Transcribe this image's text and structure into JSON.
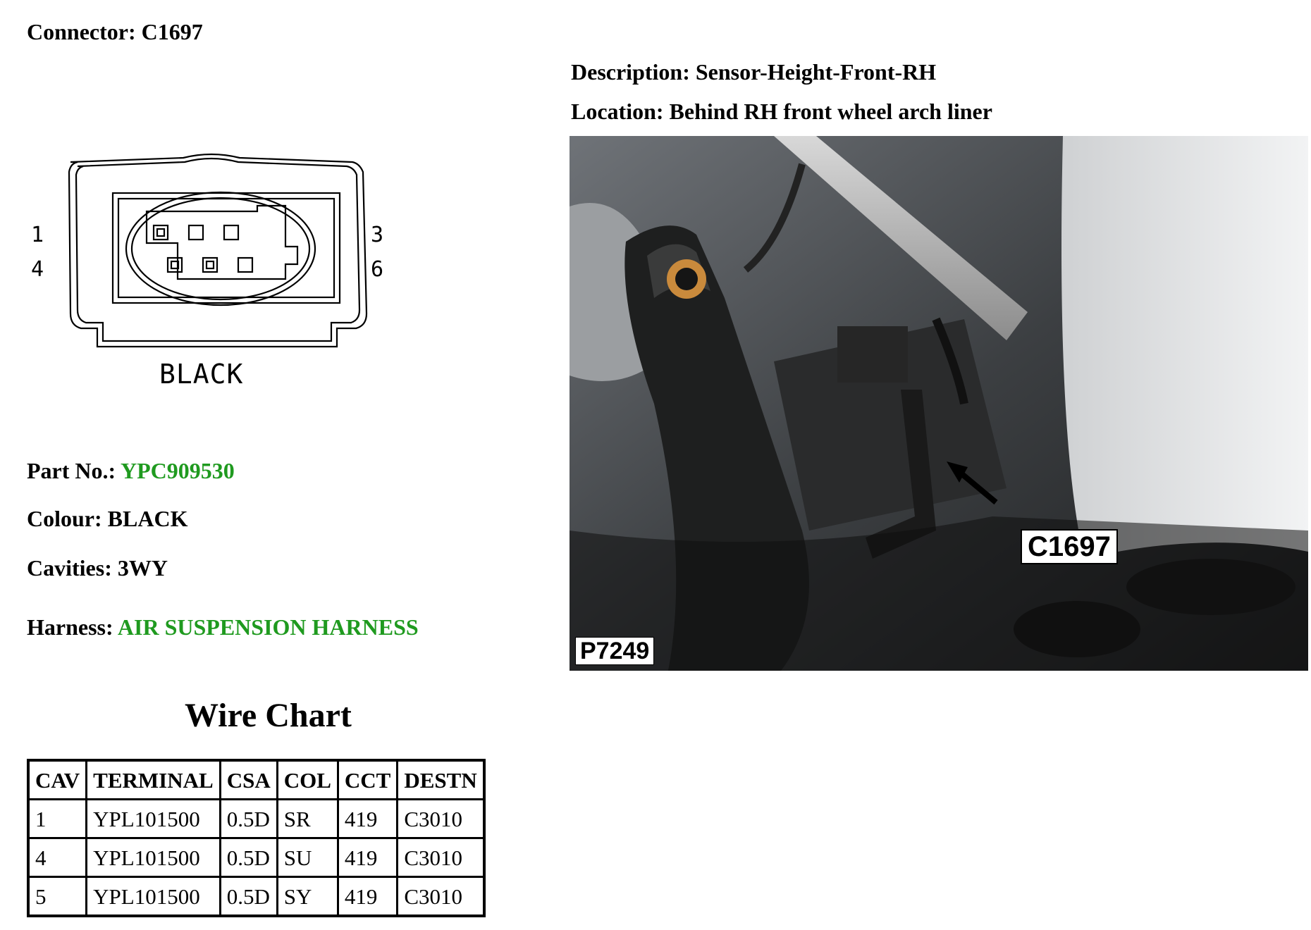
{
  "header": {
    "connector_label": "Connector:",
    "connector_value": "C1697",
    "description_label": "Description:",
    "description_value": "Sensor-Height-Front-RH",
    "location_label": "Location:",
    "location_value": "Behind RH front wheel arch liner"
  },
  "diagram": {
    "pins": [
      "1",
      "4",
      "3",
      "6"
    ],
    "color_label": "BLACK"
  },
  "details": {
    "part_no_label": "Part No.:",
    "part_no_value": "YPC909530",
    "colour_label": "Colour:",
    "colour_value": "BLACK",
    "cavities_label": "Cavities:",
    "cavities_value": "3WY",
    "harness_label": "Harness:",
    "harness_value": "AIR SUSPENSION HARNESS",
    "accent_color": "#1f9a1f"
  },
  "photo": {
    "figure_id": "P7249",
    "callout": "C1697"
  },
  "wire_chart": {
    "title": "Wire Chart",
    "columns": [
      "CAV",
      "TERMINAL",
      "CSA",
      "COL",
      "CCT",
      "DESTN"
    ],
    "rows": [
      [
        "1",
        "YPL101500",
        "0.5D",
        "SR",
        "419",
        "C3010"
      ],
      [
        "4",
        "YPL101500",
        "0.5D",
        "SU",
        "419",
        "C3010"
      ],
      [
        "5",
        "YPL101500",
        "0.5D",
        "SY",
        "419",
        "C3010"
      ]
    ]
  }
}
